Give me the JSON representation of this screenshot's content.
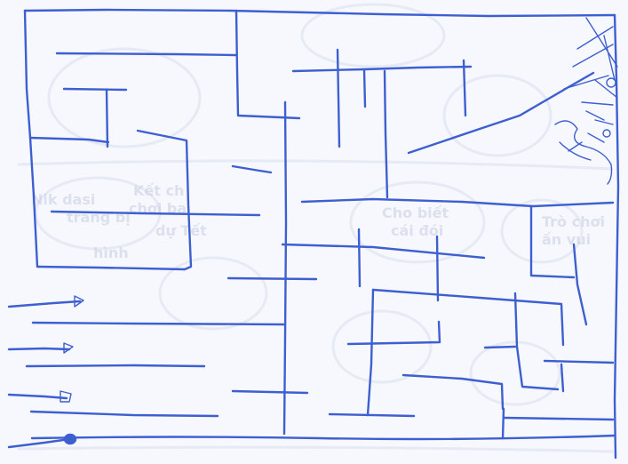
{
  "colors": {
    "ink": "#3e5fcf",
    "ghost": "#d9deec",
    "ghost_text": "#c7cde0",
    "paper": "#f6f8fd"
  },
  "show_through_text": [
    "Nik dasi",
    "trang bị",
    "Kết ch",
    "chơi ba",
    "Cho biết",
    "cái đói",
    "dự Tết",
    "Trò chơi",
    "hình",
    "ấn vui"
  ]
}
